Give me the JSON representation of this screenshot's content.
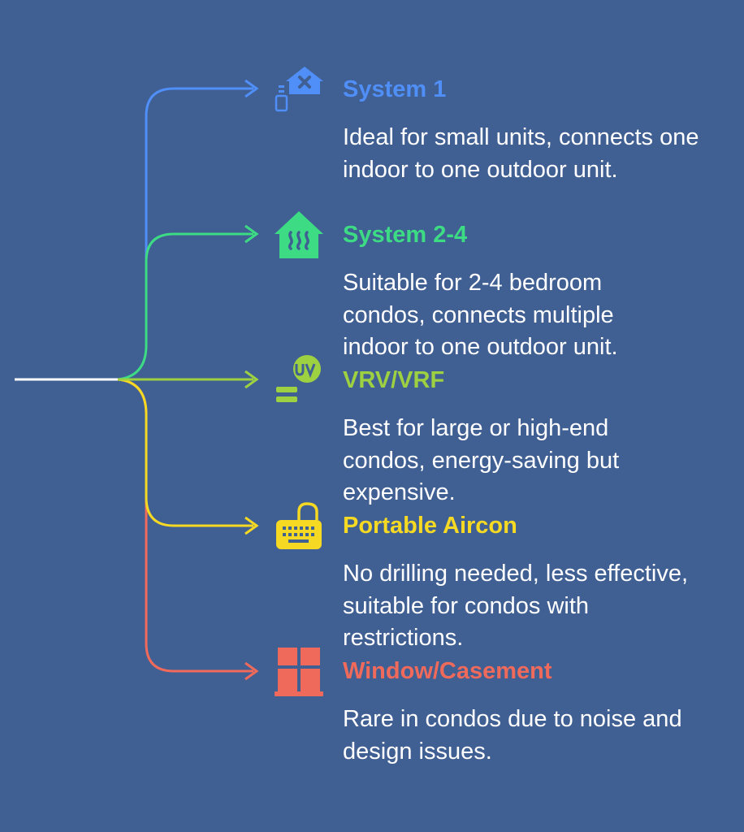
{
  "branches": [
    {
      "title": "System 1",
      "description": "Ideal for small units, connects one indoor to one outdoor unit.",
      "color": "#4f8ff7",
      "icon": "remote-house-icon"
    },
    {
      "title": "System 2-4",
      "description": "Suitable for 2-4 bedroom condos, connects multiple indoor to one outdoor unit.",
      "color": "#3ddc84",
      "icon": "house-heat-icon"
    },
    {
      "title": "VRV/VRF",
      "description": "Best for large or high-end condos, energy-saving but expensive.",
      "color": "#9ed141",
      "icon": "uv-icon"
    },
    {
      "title": "Portable Aircon",
      "description": "No drilling needed, less effective, suitable for condos with restrictions.",
      "color": "#f5d923",
      "icon": "portable-unit-icon"
    },
    {
      "title": "Window/Casement",
      "description": "Rare in condos due to noise and design issues.",
      "color": "#f06a5c",
      "icon": "window-icon"
    }
  ]
}
